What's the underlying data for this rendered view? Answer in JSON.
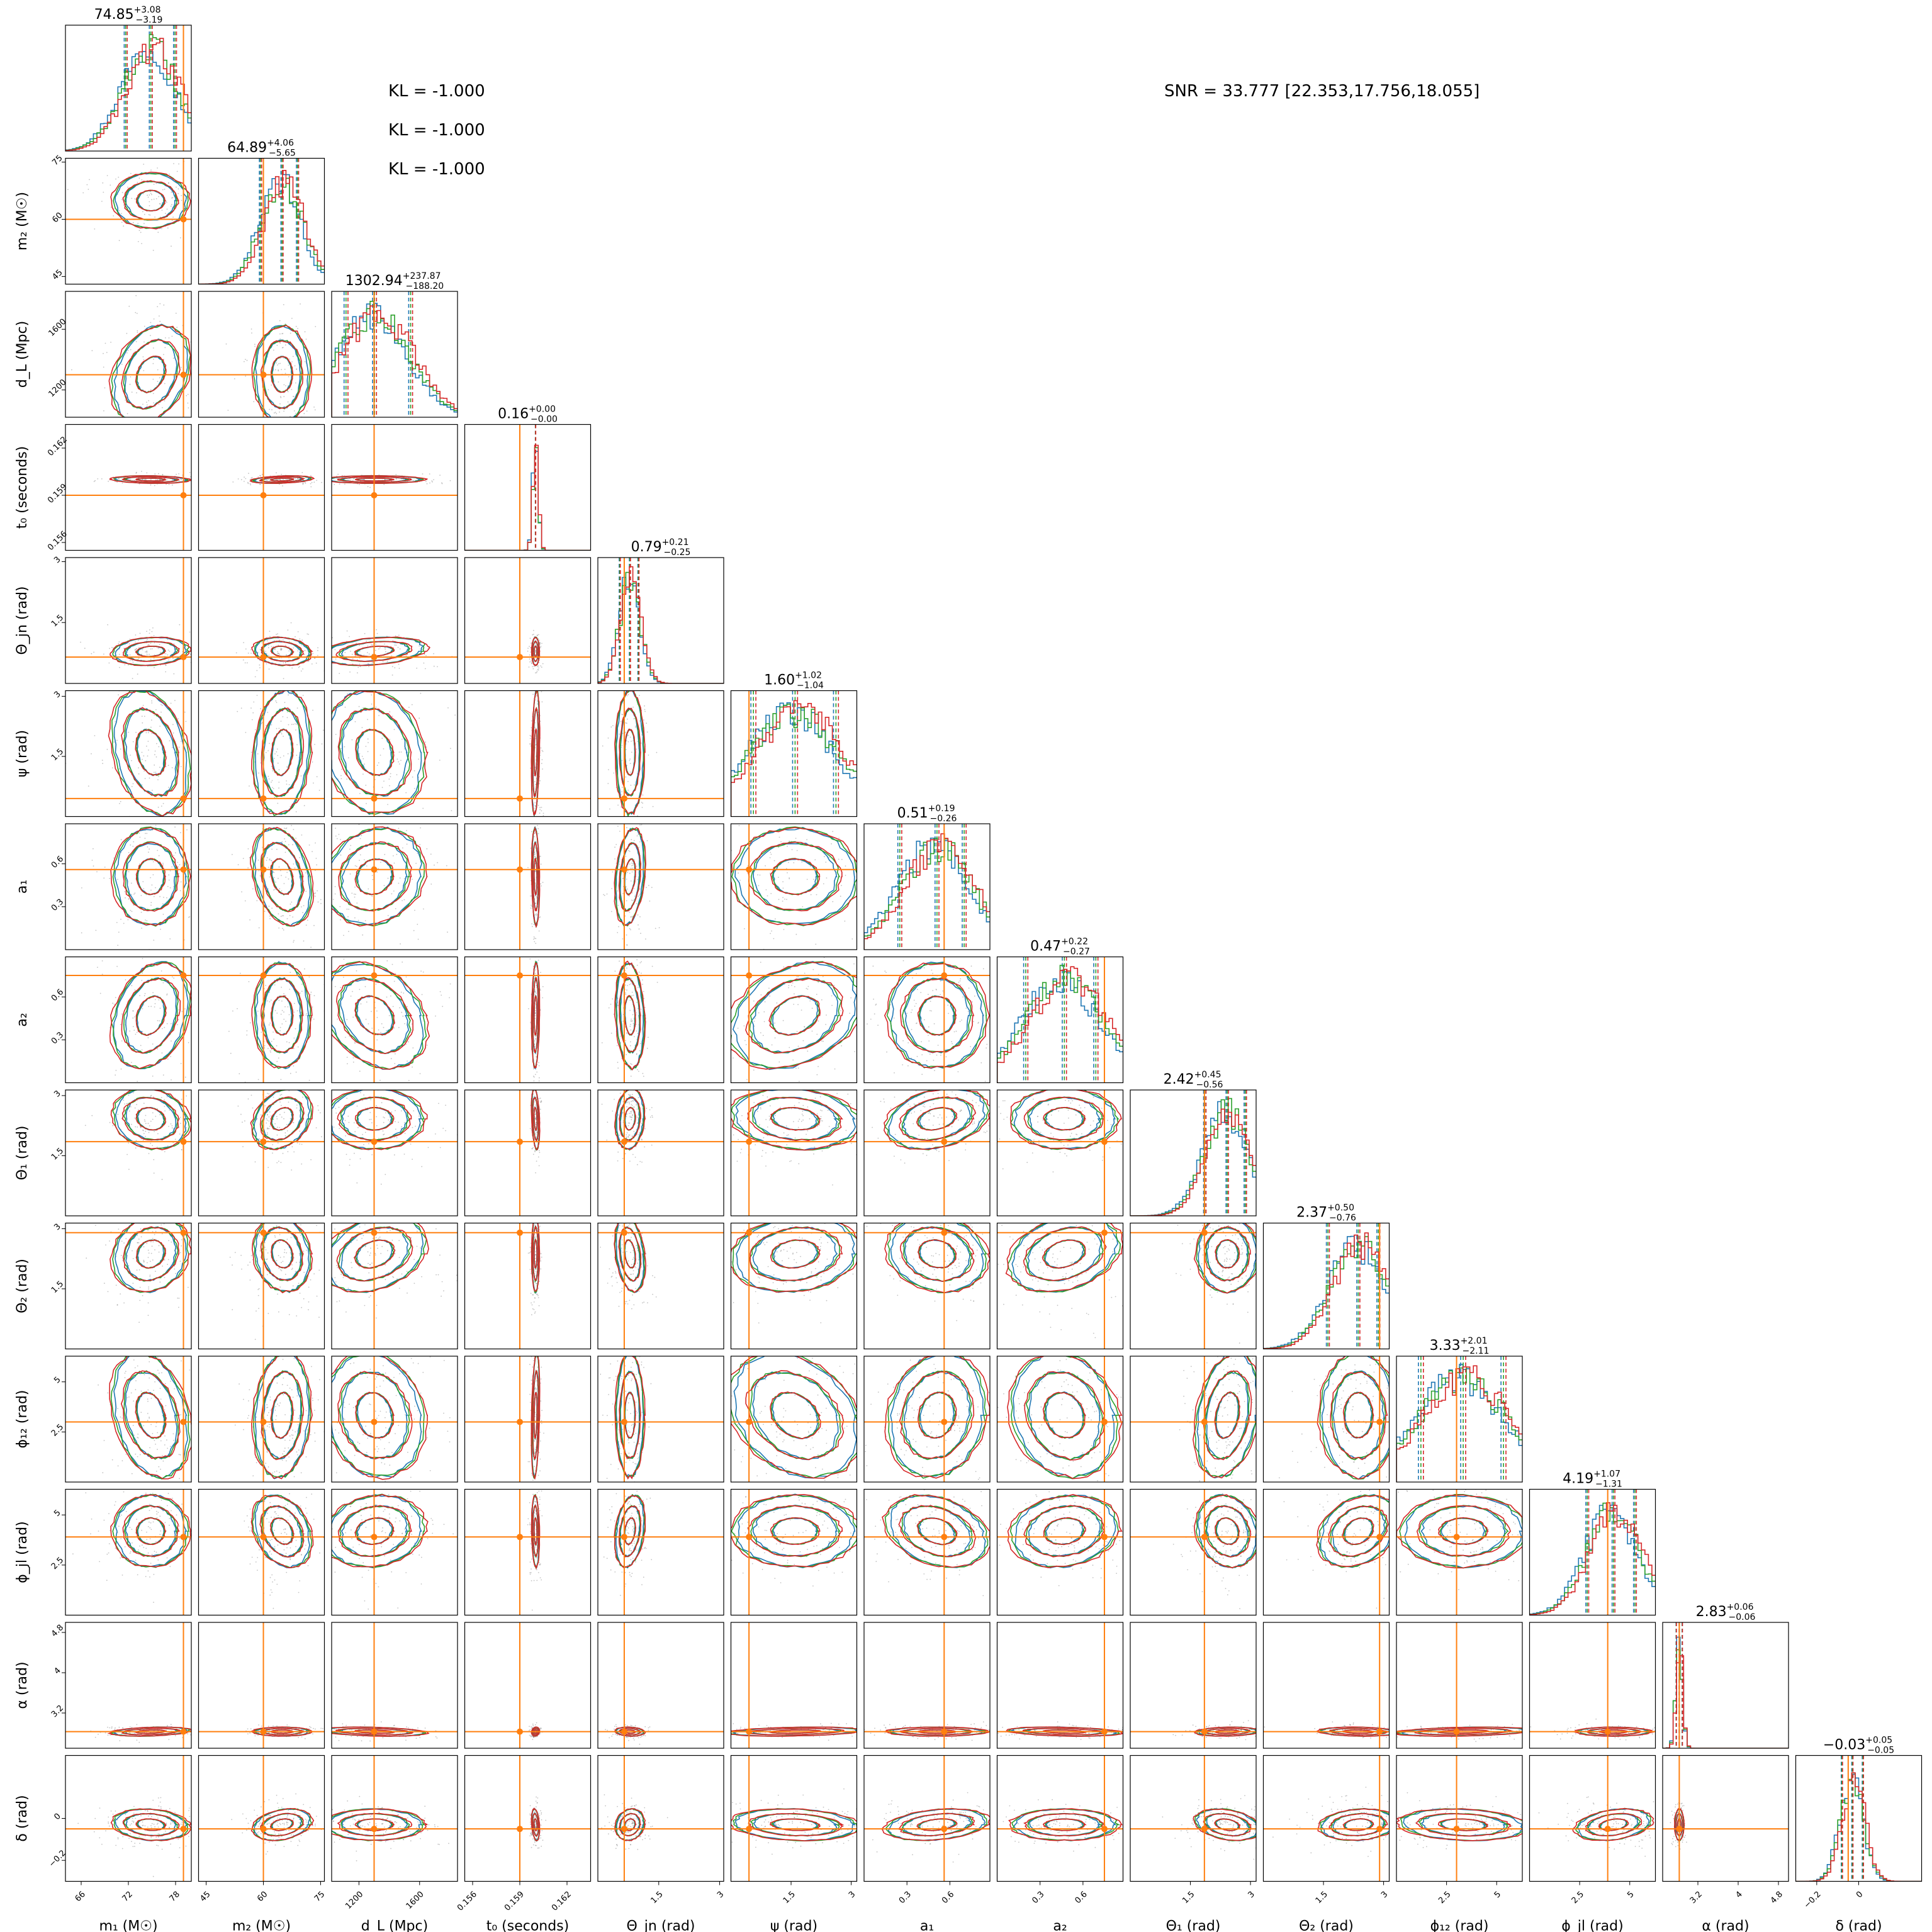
{
  "annotations": {
    "kl_lines": [
      "KL = -1.000",
      "KL = -1.000",
      "KL = -1.000"
    ],
    "snr": "SNR = 33.777 [22.353,17.756,18.055]"
  },
  "chart_data": {
    "type": "corner",
    "series_colors": [
      "#1f77b4",
      "#2ca02c",
      "#d62728"
    ],
    "truth_color": "#ff7f0e",
    "parameters": [
      {
        "label": "m₁ (M☉)",
        "range": [
          64,
          80
        ],
        "ticks": [
          66,
          72,
          78
        ],
        "truth": 79,
        "median": "74.85",
        "plus": "3.08",
        "minus": "3.19"
      },
      {
        "label": "m₂ (M☉)",
        "range": [
          43,
          76
        ],
        "ticks": [
          45,
          60,
          75
        ],
        "truth": 60,
        "median": "64.89",
        "plus": "4.06",
        "minus": "5.65"
      },
      {
        "label": "d_L (Mpc)",
        "range": [
          1020,
          1850
        ],
        "ticks": [
          1200,
          1600
        ],
        "truth": 1300,
        "median": "1302.94",
        "plus": "237.87",
        "minus": "188.20"
      },
      {
        "label": "t₀ (seconds)",
        "range": [
          0.1555,
          0.1635
        ],
        "ticks": [
          0.156,
          0.159,
          0.162
        ],
        "truth": 0.159,
        "median": "0.16",
        "plus": "0.00",
        "minus": "0.00"
      },
      {
        "label": "Θ_jn (rad)",
        "range": [
          0,
          3.1
        ],
        "ticks": [
          1.5,
          3.0
        ],
        "truth": 0.65,
        "median": "0.79",
        "plus": "0.21",
        "minus": "0.25"
      },
      {
        "label": "ψ (rad)",
        "range": [
          0,
          3.14
        ],
        "ticks": [
          1.5,
          3.0
        ],
        "truth": 0.45,
        "median": "1.60",
        "plus": "1.02",
        "minus": "1.04"
      },
      {
        "label": "a₁",
        "range": [
          0,
          0.88
        ],
        "ticks": [
          0.3,
          0.6
        ],
        "truth": 0.56,
        "median": "0.51",
        "plus": "0.19",
        "minus": "0.26"
      },
      {
        "label": "a₂",
        "range": [
          0,
          0.88
        ],
        "ticks": [
          0.3,
          0.6
        ],
        "truth": 0.75,
        "median": "0.47",
        "plus": "0.22",
        "minus": "0.27"
      },
      {
        "label": "Θ₁ (rad)",
        "range": [
          0,
          3.14
        ],
        "ticks": [
          1.5,
          3.0
        ],
        "truth": 1.85,
        "median": "2.42",
        "plus": "0.45",
        "minus": "0.56"
      },
      {
        "label": "Θ₂ (rad)",
        "range": [
          0,
          3.14
        ],
        "ticks": [
          1.5,
          3.0
        ],
        "truth": 2.9,
        "median": "2.37",
        "plus": "0.50",
        "minus": "0.76"
      },
      {
        "label": "ϕ₁₂ (rad)",
        "range": [
          0,
          6.28
        ],
        "ticks": [
          2.5,
          5.0
        ],
        "truth": 3.0,
        "median": "3.33",
        "plus": "2.01",
        "minus": "2.11"
      },
      {
        "label": "ϕ_jl (rad)",
        "range": [
          0,
          6.28
        ],
        "ticks": [
          2.5,
          5.0
        ],
        "truth": 3.9,
        "median": "4.19",
        "plus": "1.07",
        "minus": "1.31"
      },
      {
        "label": "α (rad)",
        "range": [
          2.5,
          5.0
        ],
        "ticks": [
          3.2,
          4.0,
          4.8
        ],
        "truth": 2.83,
        "median": "2.83",
        "plus": "0.06",
        "minus": "0.06"
      },
      {
        "label": "δ (rad)",
        "range": [
          -0.3,
          0.3
        ],
        "ticks": [
          -0.2,
          0.0
        ],
        "truth": -0.05,
        "median": "−0.03",
        "plus": "0.05",
        "minus": "0.05"
      }
    ]
  }
}
